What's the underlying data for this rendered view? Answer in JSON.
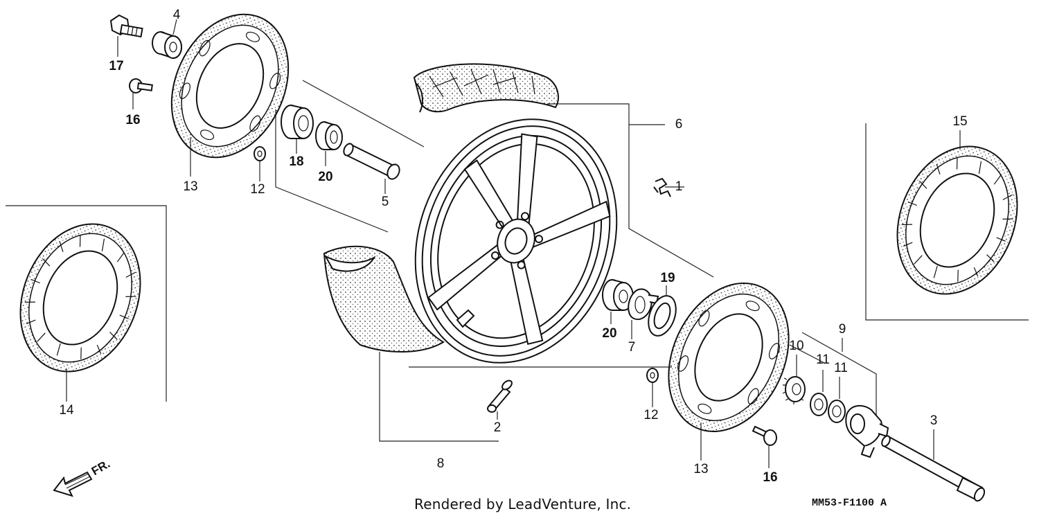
{
  "callouts": {
    "c1": "1",
    "c2": "2",
    "c3": "3",
    "c4": "4",
    "c5": "5",
    "c6": "6",
    "c7": "7",
    "c8": "8",
    "c9": "9",
    "c10": "10",
    "c11a": "11",
    "c11b": "11",
    "c12a": "12",
    "c12b": "12",
    "c13a": "13",
    "c13b": "13",
    "c14": "14",
    "c15": "15",
    "c16a": "16",
    "c16b": "16",
    "c17": "17",
    "c18": "18",
    "c19": "19",
    "c20a": "20",
    "c20b": "20"
  },
  "direction_label": "FR.",
  "footer_credit": "Rendered by LeadVenture, Inc.",
  "diagram_code": "MM53-F1100 A"
}
